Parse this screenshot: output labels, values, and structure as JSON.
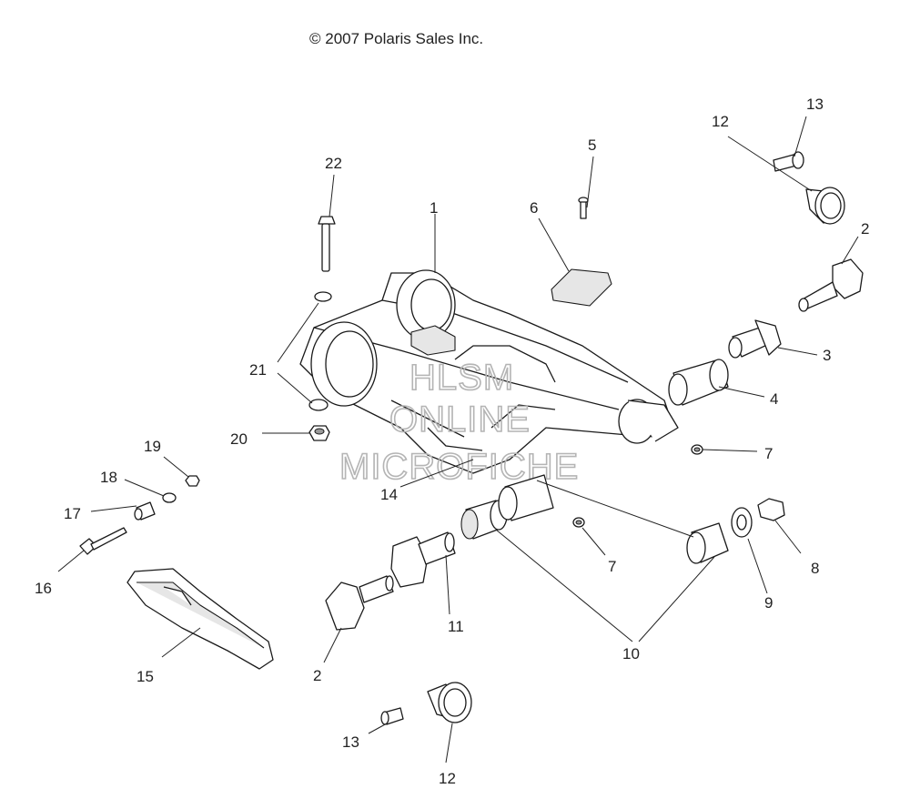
{
  "copyright": "© 2007 Polaris Sales Inc.",
  "watermark": [
    "HLSM",
    "ONLINE",
    "MICROFICHE"
  ],
  "callouts": {
    "c1": "1",
    "c2a": "2",
    "c2b": "2",
    "c3": "3",
    "c4": "4",
    "c5": "5",
    "c6": "6",
    "c7a": "7",
    "c7b": "7",
    "c8": "8",
    "c9": "9",
    "c10": "10",
    "c11": "11",
    "c12a": "12",
    "c12b": "12",
    "c13a": "13",
    "c13b": "13",
    "c14": "14",
    "c15": "15",
    "c16": "16",
    "c17": "17",
    "c18": "18",
    "c19": "19",
    "c20": "20",
    "c21": "21",
    "c22": "22"
  }
}
